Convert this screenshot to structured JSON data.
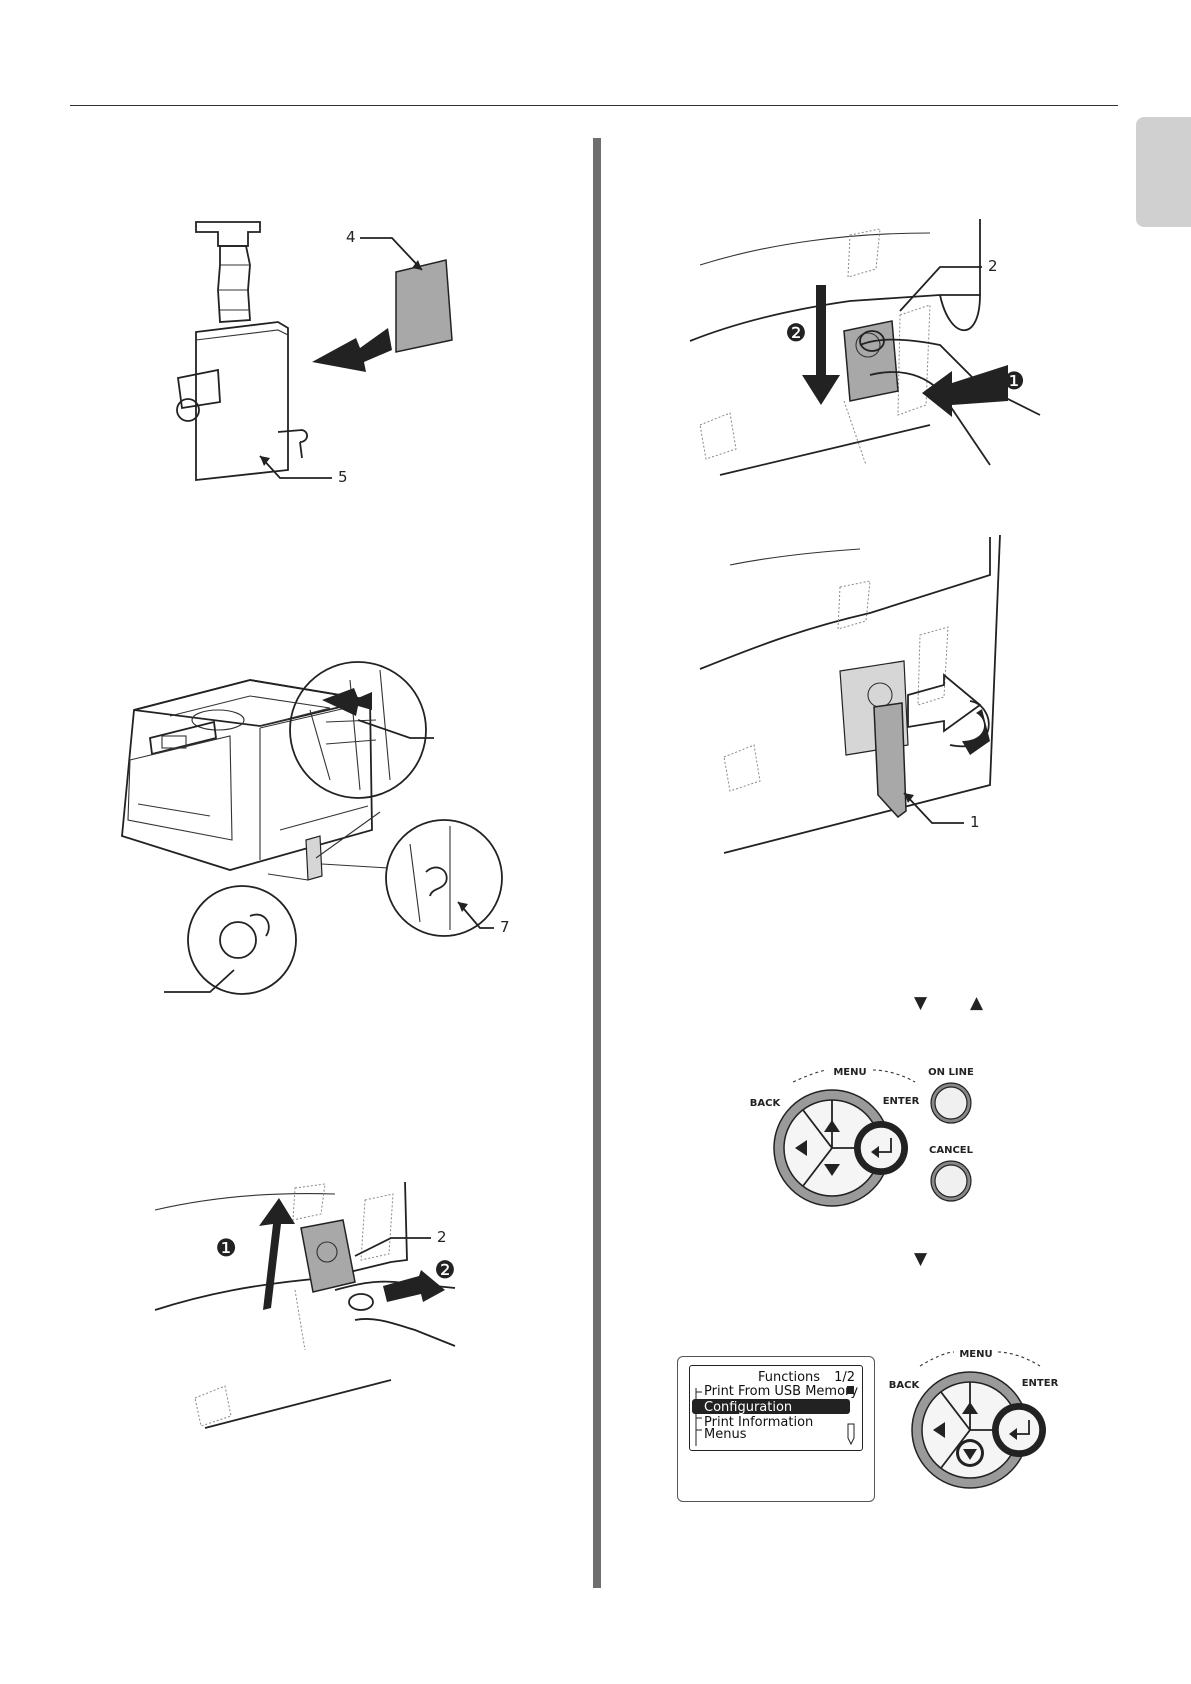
{
  "figure_sd_card": {
    "card_label": "4",
    "board_label": "5"
  },
  "figure_printer": {
    "callout_label": "7"
  },
  "figure_cover_open": {
    "step1": "❶",
    "step2": "❷",
    "label": "2"
  },
  "figure_cover_slide": {
    "step1": "❶",
    "step2": "❷",
    "label": "2"
  },
  "figure_cover_close": {
    "label": "1"
  },
  "step_text_1": {
    "down_arrow": "▼",
    "up_arrow": "▲"
  },
  "control_panel": {
    "menu_label": "MENU",
    "back_label": "BACK",
    "enter_label": "ENTER",
    "online_label": "ON LINE",
    "cancel_label": "CANCEL"
  },
  "step_text_2": {
    "down_arrow": "▼"
  },
  "lcd": {
    "title": "Functions",
    "page": "1/2",
    "items": [
      "Print From USB Memory",
      "Configuration",
      "Print Information",
      "Menus"
    ],
    "selected_index": 1
  },
  "control_panel_2": {
    "menu_label": "MENU",
    "back_label": "BACK",
    "enter_label": "ENTER"
  }
}
